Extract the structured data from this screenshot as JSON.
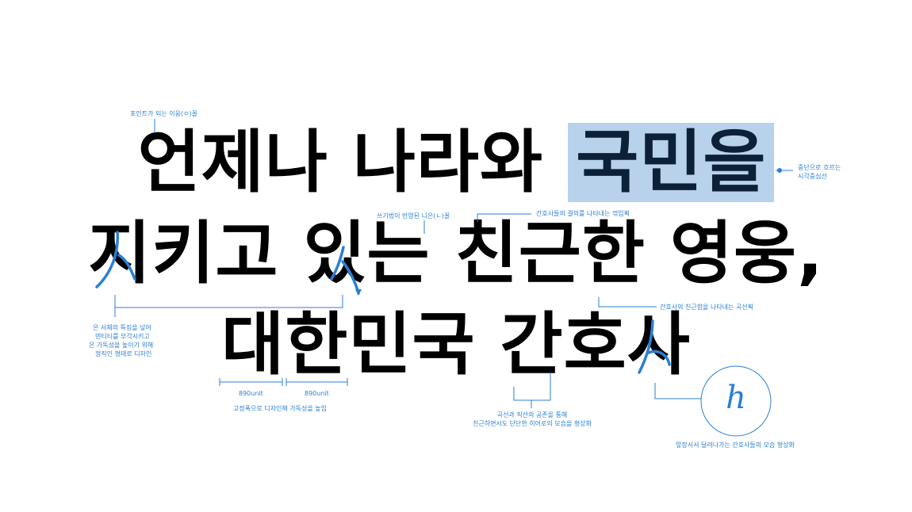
{
  "headline": {
    "line1_a": "언제나 나라와 ",
    "line1_highlight": "국민을",
    "line2": "지키고 있는 친근한 영웅,",
    "line3": "대한민국 간호사"
  },
  "annotations": {
    "ieung": "포인트가 되는 이응(ㅇ)꼴",
    "central_flow_1": "중단으로 흐르는",
    "central_flow_2": "시각중심선",
    "nieun": "쓰기법이 반영된 니은(ㄴ)꼴",
    "will": "간호사들의 결의를 나타내는 꺾임획",
    "curve": "간호사의 친근함을 나타내는 곡선획",
    "serif_1": "은 서체의 특징을 넣어",
    "serif_2": "덴티티를 부각시키고",
    "serif_3": "은 가독성을 높이기 위해",
    "serif_4": "정직인 형태로 디자인",
    "unit_a": "890unit",
    "unit_b": "890unit",
    "fixed_width": "고정폭으로 디자인해 가독성을 높임",
    "hero_1": "곡선과 직선의 공존을 통해",
    "hero_2": "친근하면서도 단단한 히어로의 모습을 형상화",
    "forward": "앞장서서 달려나가는 간호사들의 모습 형상화",
    "h_glyph": "h"
  },
  "colors": {
    "text": "#000000",
    "accent": "#2a7fd4",
    "highlight_bg": "#b7d2ea",
    "highlight_text": "#0c2038"
  }
}
